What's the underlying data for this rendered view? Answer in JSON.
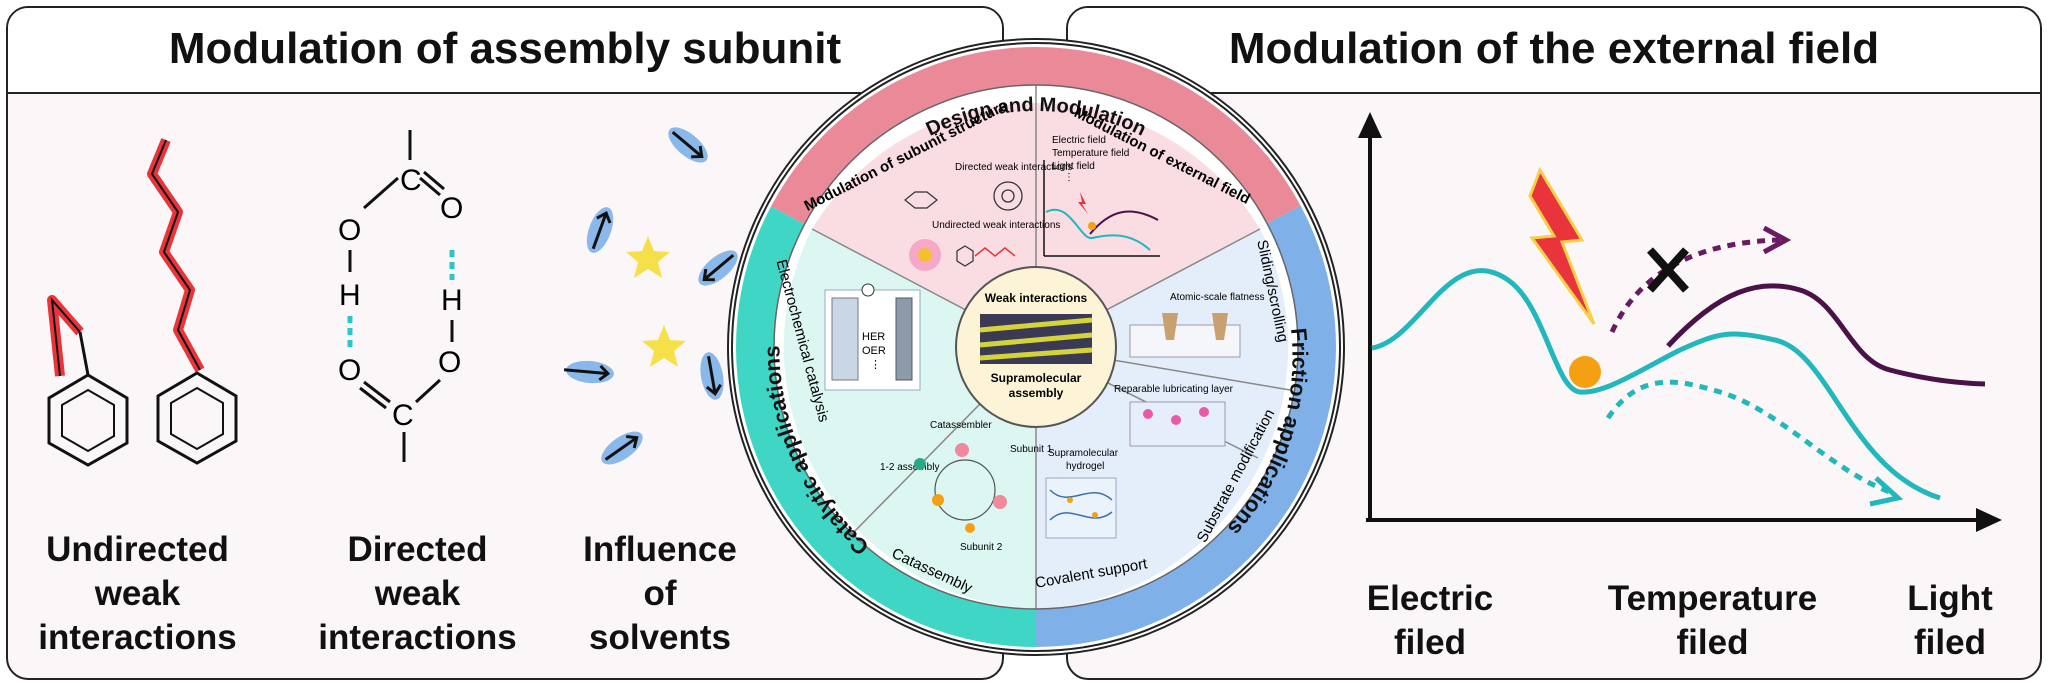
{
  "left_panel": {
    "title": "Modulation of assembly subunit",
    "captions": [
      [
        "Undirected",
        "weak",
        "interactions"
      ],
      [
        "Directed",
        "weak",
        "interactions"
      ],
      [
        "Influence",
        "of",
        "solvents"
      ]
    ],
    "atoms": {
      "O": "O",
      "C": "C",
      "H": "H"
    }
  },
  "right_panel": {
    "title": "Modulation of the external field",
    "captions": [
      [
        "Electric",
        "filed"
      ],
      [
        "Temperature",
        "filed"
      ],
      [
        "Light",
        "filed"
      ]
    ]
  },
  "wheel": {
    "outer_labels": {
      "top": "Design and Modulation",
      "left": "Catalytic applications",
      "right": "Friction applications"
    },
    "segment_labels": {
      "subunit_structure": "Modulation of subunit structure",
      "external_field": "Modulation of external field",
      "electrochemical": "Electrochemical catalysis",
      "catassembly": "Catassembly",
      "covalent": "Covalent support",
      "substrate": "Substrate modification",
      "sliding": "Sliding/scrolling"
    },
    "inner_texts": {
      "directed": "Directed weak interactions",
      "undirected": "Undirected weak interactions",
      "electric": "Electric field",
      "temperature": "Temperature field",
      "light": "Light field",
      "ellipsis": "⋮",
      "atomic": "Atomic-scale flatness",
      "reparable": "Reparable lubricating layer",
      "hydrogel_1": "Supramolecular",
      "hydrogel_2": "hydrogel",
      "catassembler": "Catassembler",
      "subunit1": "Subunit 1",
      "subunit2": "Subunit 2",
      "assembly12": "1-2 assembly",
      "her": "HER",
      "oer": "OER",
      "dots": "⋮"
    },
    "center": {
      "top": "Weak interactions",
      "bottom_1": "Supramolecular",
      "bottom_2": "assembly"
    }
  },
  "colors": {
    "red": "#e8343a",
    "cyan": "#29c6cc",
    "teal_curve": "#22b7bd",
    "purple": "#4a1248",
    "orange": "#f5a012",
    "pink": "#ef8a9a",
    "mint": "#4fd8c8",
    "blue": "#8ab8ea",
    "star": "#f6e04a"
  }
}
